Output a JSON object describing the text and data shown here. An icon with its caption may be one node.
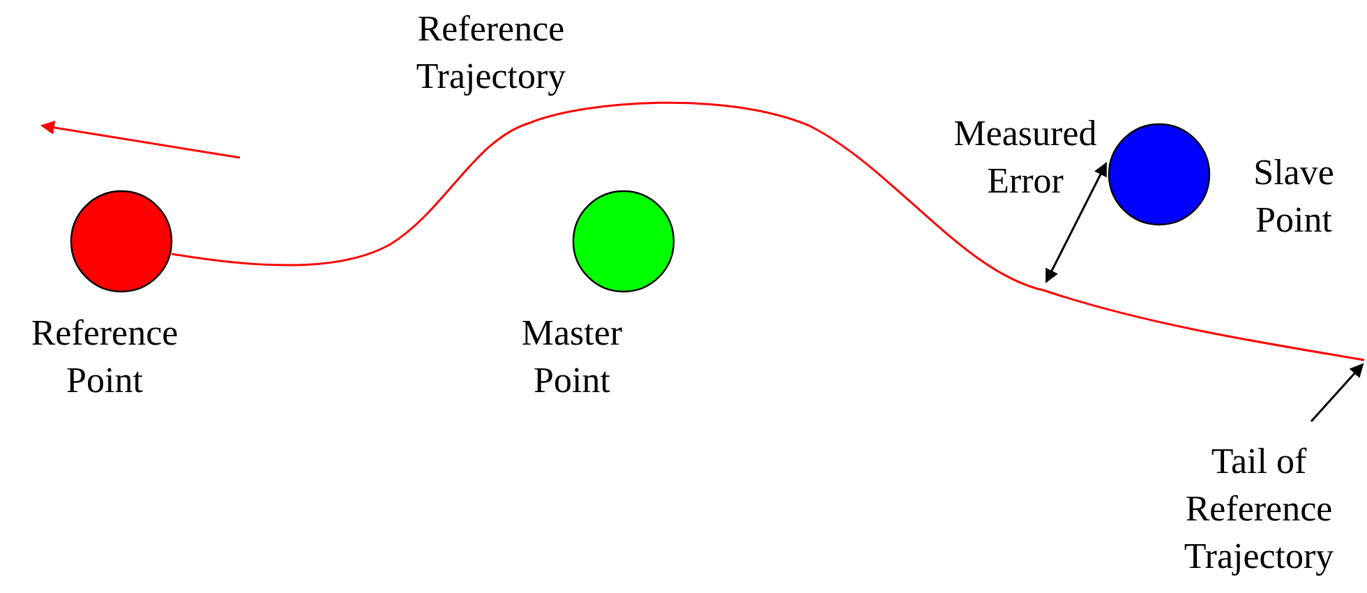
{
  "diagram": {
    "nodes": [
      {
        "text": [
          "Reference Point"
        ]
      },
      {
        "text": [
          "Master Point"
        ]
      },
      {
        "text": [
          "Slave Point"
        ]
      },
      {
        "text": [
          "Tail of Reference Trajectory"
        ]
      }
    ],
    "edges": [
      {
        "from": 0,
        "to": null,
        "arrow": "none",
        "color": "#ff0000"
      },
      {
        "from": 3,
        "to": null,
        "arrow": "to",
        "color": "#000000"
      }
    ],
    "labels": [
      "Reference Trajectory",
      "Measured Error"
    ]
  }
}
